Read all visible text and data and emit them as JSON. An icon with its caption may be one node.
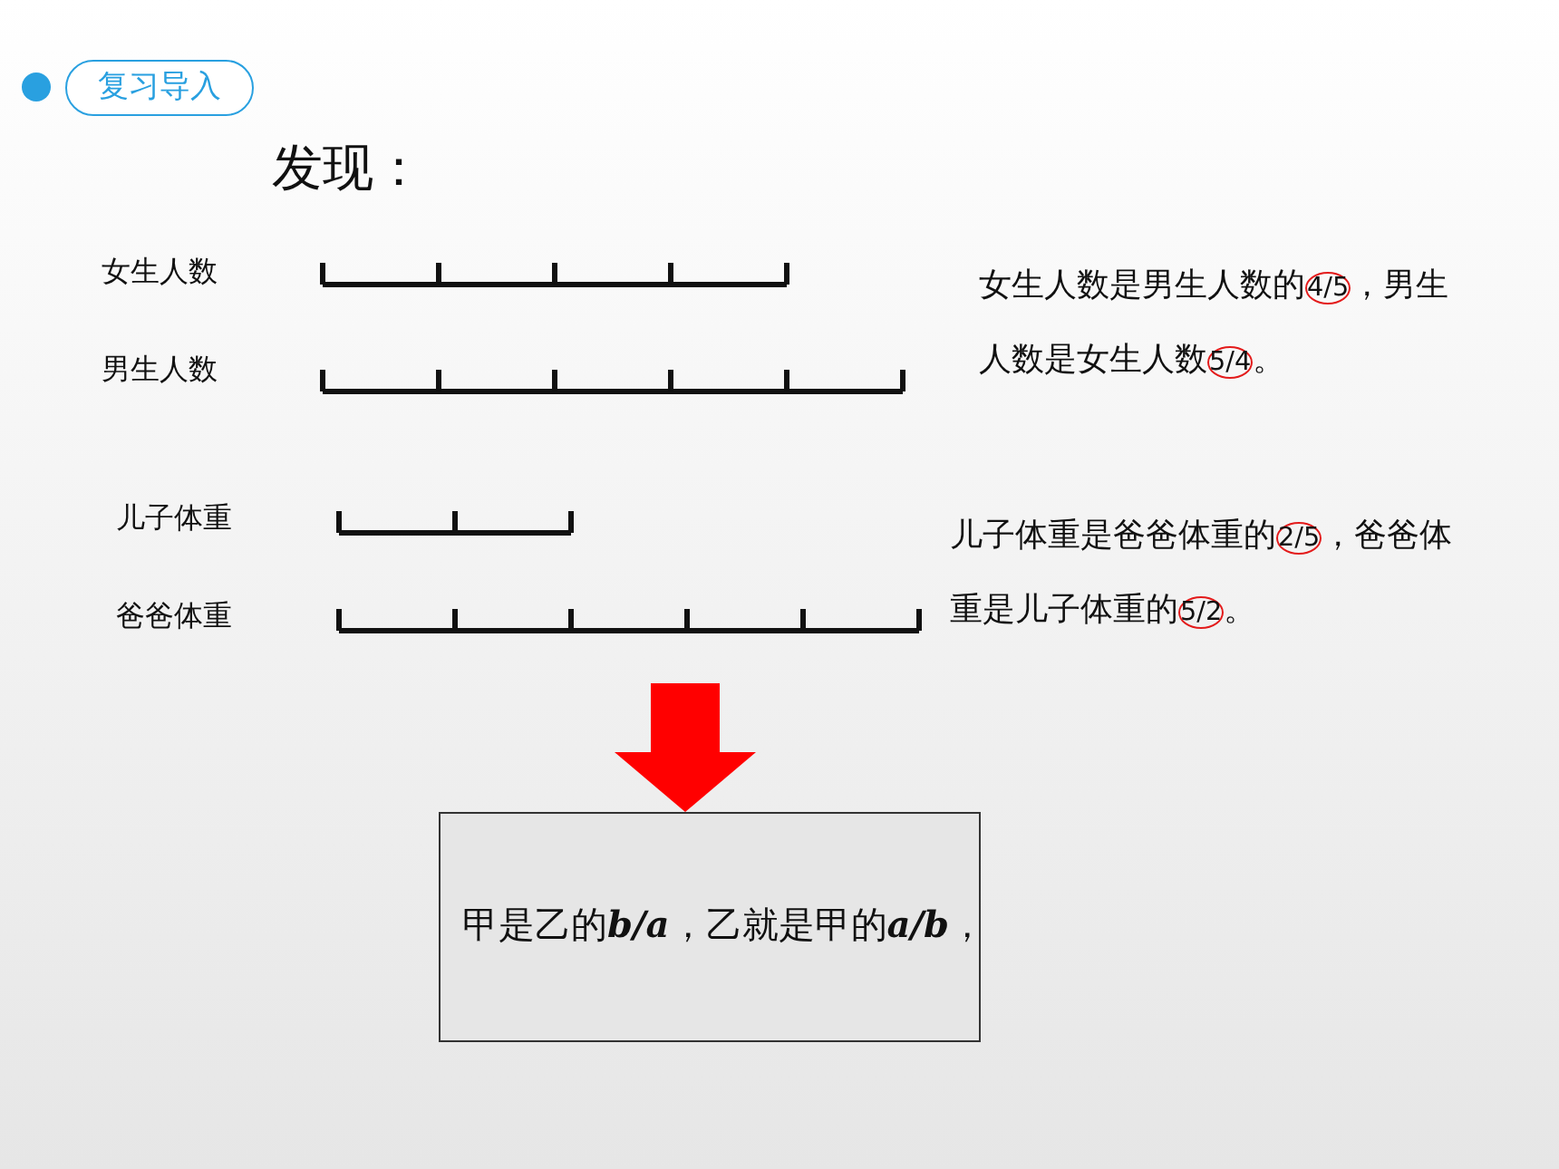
{
  "diagram": {
    "title": "发现：",
    "nodes": [
      {
        "text": [
          "复习导入"
        ]
      },
      {
        "text": [
          "甲是乙的b/a，乙就是甲的a/b，"
        ]
      }
    ],
    "edges": [
      {
        "from": null,
        "to": 1,
        "arrow": "to"
      }
    ],
    "labels": [
      "女生人数",
      "男生人数",
      "女生人数是男生人数的4/5，男生人数是女生人数5/4。",
      "儿子体重",
      "爸爸体重",
      "儿子体重是爸爸体重的2/5，爸爸体重是儿子体重的5/2。"
    ]
  }
}
